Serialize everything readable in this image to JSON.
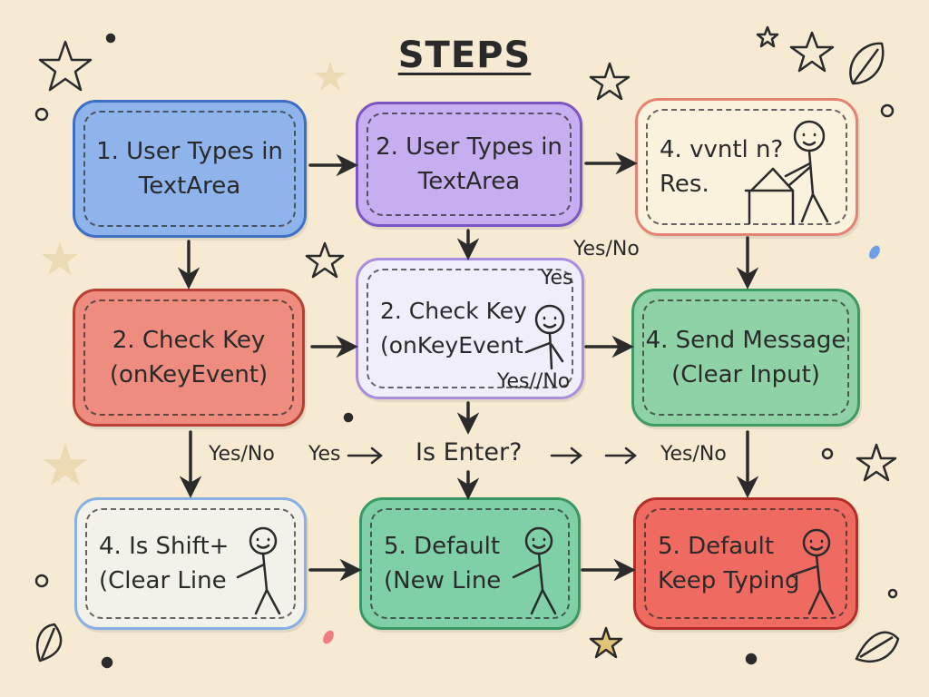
{
  "title": "STEPS",
  "nodes": {
    "n1": "1. User Types in\nTextArea",
    "n2": "2. User Types in\nTextArea",
    "n3": "4. vvntl n?\nRes.",
    "n4": "2. Check Key\n(onKeyEvent)",
    "n5": "2. Check Key\n(onKeyEvent",
    "n6": "4. Send Message\n(Clear Input)",
    "n7": "4. Is Shift+\n(Clear Line",
    "n8": "5. Default\n(New Line",
    "n9": "5. Default\nKeep Typing"
  },
  "labels": {
    "yes_no_top": "Yes/No",
    "yes_top": "Yes",
    "yes_no_center": "Yes//No",
    "yes_no_left": "Yes/No",
    "yes_mid": "Yes",
    "is_enter": "Is Enter?",
    "yes_no_right": "Yes/No"
  },
  "colors": {
    "blue": "#8fb4ec",
    "purple": "#c7aef0",
    "cream": "#fbf2de",
    "red": "#ee8c80",
    "lavender": "#efeefa",
    "green": "#90d2a8",
    "paleblue": "#f2f2ea",
    "mint": "#7fd0a6",
    "redbright": "#ef6b62"
  }
}
